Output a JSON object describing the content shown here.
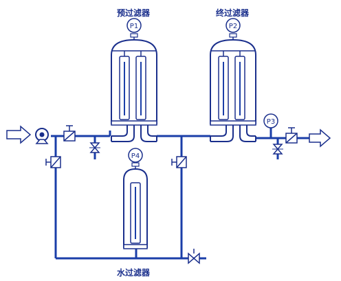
{
  "diagram": {
    "title_pre_filter": "预过滤器",
    "title_final_filter": "终过滤器",
    "title_water_filter": "水过滤器",
    "gauges": [
      {
        "id": "P1",
        "label": "P1"
      },
      {
        "id": "P2",
        "label": "P2"
      },
      {
        "id": "P3",
        "label": "P3"
      },
      {
        "id": "P4",
        "label": "P4"
      }
    ]
  },
  "colors": {
    "pipe": "#1a3ea8",
    "outline": "#1a2f8c",
    "background": "#ffffff"
  }
}
